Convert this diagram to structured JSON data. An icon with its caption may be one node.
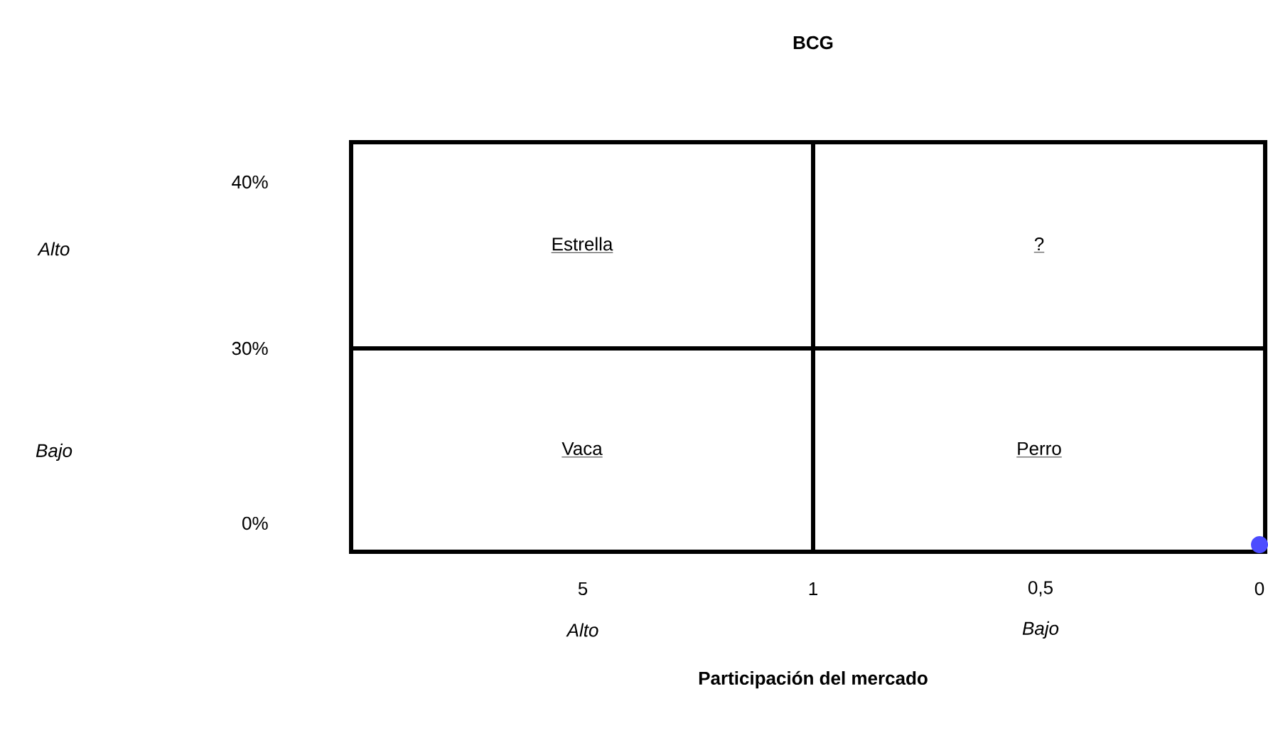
{
  "diagram": {
    "title": "BCG",
    "nodes": [
      {
        "text": [
          "Estrella"
        ]
      },
      {
        "text": [
          "?"
        ]
      },
      {
        "text": [
          "Vaca"
        ]
      },
      {
        "text": [
          "Perro"
        ]
      }
    ],
    "labels": [
      "40%",
      "Alto",
      "30%",
      "Bajo",
      "0%",
      "5",
      "1",
      "0,5",
      "0",
      "Alto",
      "Bajo",
      "Participación del mercado"
    ]
  }
}
